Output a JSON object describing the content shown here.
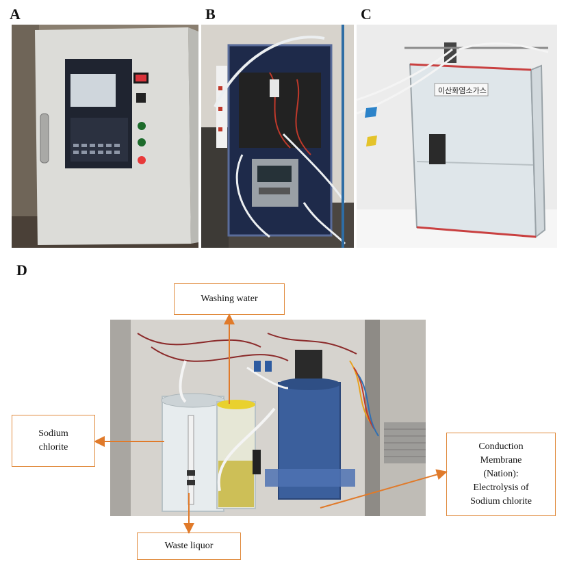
{
  "panels": {
    "a": {
      "letter": "A"
    },
    "b": {
      "letter": "B"
    },
    "c": {
      "letter": "C",
      "label_text": "이산화염소가스"
    },
    "d": {
      "letter": "D"
    }
  },
  "callouts": {
    "washing_water": "Washing  water",
    "sodium_chlorite_line1": "Sodium",
    "sodium_chlorite_line2": "chlorite",
    "waste_liquor": "Waste liquor",
    "membrane_line1": "Conduction",
    "membrane_line2": "Membrane",
    "membrane_line3": "(Nation):",
    "membrane_line4": "Electrolysis of",
    "membrane_line5": "Sodium chlorite"
  },
  "colors": {
    "callout_border": "#e08a3c",
    "arrow": "#e07a2a"
  }
}
